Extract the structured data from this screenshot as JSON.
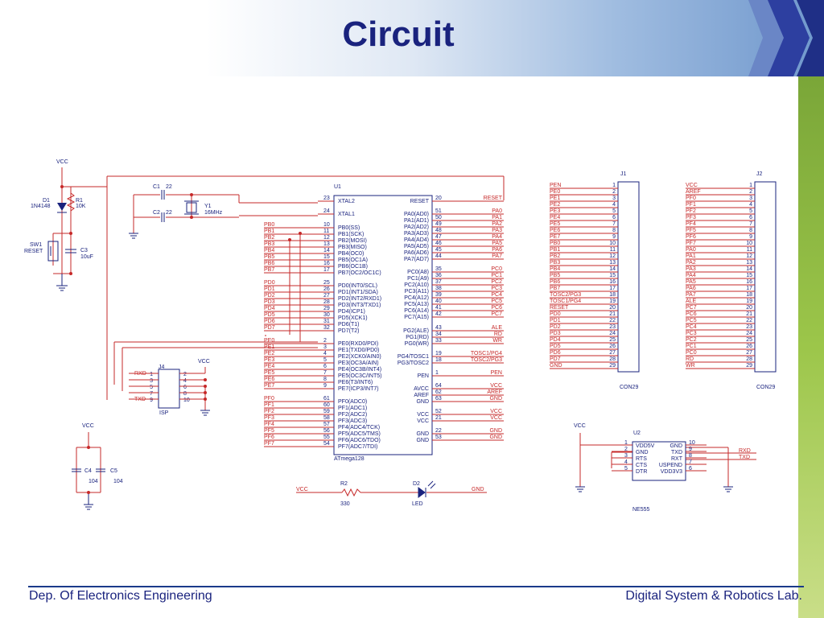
{
  "title": "Circuit",
  "footer": {
    "left": "Dep. Of Electronics Engineering",
    "right": "Digital System & Robotics Lab."
  },
  "colors": {
    "title": "#1a237e",
    "wire_red": "#c62828",
    "text_blue": "#1a237e",
    "sidebar_green": "#9cc64a",
    "chevron_blue": "#2d3fa0"
  },
  "reset_block": {
    "vcc": "VCC",
    "d1": "D1",
    "d1_part": "1N4148",
    "r1": "R1",
    "r1_val": "10K",
    "sw1": "SW1",
    "sw1_name": "RESET",
    "c3": "C3",
    "c3_val": "10uF"
  },
  "osc_block": {
    "c1": "C1",
    "c1_val": "22",
    "c2": "C2",
    "c2_val": "22",
    "y1": "Y1",
    "y1_val": "16MHz"
  },
  "mcu": {
    "ref": "U1",
    "part": "ATmega128",
    "left_pins": [
      {
        "n": "23",
        "name": "XTAL2"
      },
      {
        "n": "24",
        "name": "XTAL1"
      },
      {
        "n": "10",
        "name": "PB0(SS)",
        "net": "PB0"
      },
      {
        "n": "11",
        "name": "PB1(SCK)",
        "net": "PB1"
      },
      {
        "n": "12",
        "name": "PB2(MOSI)",
        "net": "PB2"
      },
      {
        "n": "13",
        "name": "PB3(MISO)",
        "net": "PB3"
      },
      {
        "n": "14",
        "name": "PB4(OC0)",
        "net": "PB4"
      },
      {
        "n": "15",
        "name": "PB5(OC1A)",
        "net": "PB5"
      },
      {
        "n": "16",
        "name": "PB6(OC1B)",
        "net": "PB6"
      },
      {
        "n": "17",
        "name": "PB7(OC2/OC1C)",
        "net": "PB7"
      },
      {
        "n": "25",
        "name": "PD0(INT0/SCL)",
        "net": "PD0"
      },
      {
        "n": "26",
        "name": "PD1(INT1/SDA)",
        "net": "PD1"
      },
      {
        "n": "27",
        "name": "PD2(INT2/RXD1)",
        "net": "PD2"
      },
      {
        "n": "28",
        "name": "PD3(INT3/TXD1)",
        "net": "PD3"
      },
      {
        "n": "29",
        "name": "PD4(ICP1)",
        "net": "PD4"
      },
      {
        "n": "30",
        "name": "PD5(XCK1)",
        "net": "PD5"
      },
      {
        "n": "31",
        "name": "PD6(T1)",
        "net": "PD6"
      },
      {
        "n": "32",
        "name": "PD7(T2)",
        "net": "PD7"
      },
      {
        "n": "2",
        "name": "PE0(RXD0/PDI)",
        "net": "PE0"
      },
      {
        "n": "3",
        "name": "PE1(TXD0/PD0)",
        "net": "PE1"
      },
      {
        "n": "4",
        "name": "PE2(XCK0/AIN0)",
        "net": "PE2"
      },
      {
        "n": "5",
        "name": "PE3(OC3A/AIN)",
        "net": "PE3"
      },
      {
        "n": "6",
        "name": "PE4(OC3B/INT4)",
        "net": "PE4"
      },
      {
        "n": "7",
        "name": "PE5(OC3C/INT5)",
        "net": "PE5"
      },
      {
        "n": "8",
        "name": "PE6(T3/INT6)",
        "net": "PE6"
      },
      {
        "n": "9",
        "name": "PE7(ICP3/INT7)",
        "net": "PE7"
      },
      {
        "n": "61",
        "name": "PF0(ADC0)",
        "net": "PF0"
      },
      {
        "n": "60",
        "name": "PF1(ADC1)",
        "net": "PF1"
      },
      {
        "n": "59",
        "name": "PF2(ADC2)",
        "net": "PF2"
      },
      {
        "n": "58",
        "name": "PF3(ADC3)",
        "net": "PF3"
      },
      {
        "n": "57",
        "name": "PF4(ADC4/TCK)",
        "net": "PF4"
      },
      {
        "n": "56",
        "name": "PF5(ADC5/TMS)",
        "net": "PF5"
      },
      {
        "n": "55",
        "name": "PF6(ADC6/TDO)",
        "net": "PF6"
      },
      {
        "n": "54",
        "name": "PF7(ADC7/TDI)",
        "net": "PF7"
      }
    ],
    "right_pins": [
      {
        "n": "20",
        "name": "RESET",
        "net": "RESET"
      },
      {
        "n": "51",
        "name": "PA0(AD0)",
        "net": "PA0"
      },
      {
        "n": "50",
        "name": "PA1(AD1)",
        "net": "PA1"
      },
      {
        "n": "49",
        "name": "PA2(AD2)",
        "net": "PA2"
      },
      {
        "n": "48",
        "name": "PA3(AD3)",
        "net": "PA3"
      },
      {
        "n": "47",
        "name": "PA4(AD4)",
        "net": "PA4"
      },
      {
        "n": "46",
        "name": "PA5(AD5)",
        "net": "PA5"
      },
      {
        "n": "45",
        "name": "PA6(AD6)",
        "net": "PA6"
      },
      {
        "n": "44",
        "name": "PA7(AD7)",
        "net": "PA7"
      },
      {
        "n": "35",
        "name": "PC0(A8)",
        "net": "PC0"
      },
      {
        "n": "36",
        "name": "PC1(A9)",
        "net": "PC1"
      },
      {
        "n": "37",
        "name": "PC2(A10)",
        "net": "PC2"
      },
      {
        "n": "38",
        "name": "PC3(A11)",
        "net": "PC3"
      },
      {
        "n": "39",
        "name": "PC4(A12)",
        "net": "PC4"
      },
      {
        "n": "40",
        "name": "PC5(A13)",
        "net": "PC5"
      },
      {
        "n": "41",
        "name": "PC6(A14)",
        "net": "PC6"
      },
      {
        "n": "42",
        "name": "PC7(A15)",
        "net": "PC7"
      },
      {
        "n": "43",
        "name": "PG2(ALE)",
        "net": "ALE"
      },
      {
        "n": "34",
        "name": "PG1(RD)",
        "net": "RD"
      },
      {
        "n": "33",
        "name": "PG0(WR)",
        "net": "WR"
      },
      {
        "n": "19",
        "name": "PG4/TOSC1",
        "net": "TOSC1/PG4"
      },
      {
        "n": "18",
        "name": "PG3/TOSC2",
        "net": "TOSC2/PG3"
      },
      {
        "n": "1",
        "name": "PEN",
        "net": "PEN"
      },
      {
        "n": "64",
        "name": "AVCC",
        "net": "VCC"
      },
      {
        "n": "62",
        "name": "AREF",
        "net": "AREF"
      },
      {
        "n": "63",
        "name": "GND",
        "net": "GND"
      },
      {
        "n": "52",
        "name": "VCC",
        "net": "VCC"
      },
      {
        "n": "21",
        "name": "VCC",
        "net": "VCC"
      },
      {
        "n": "22",
        "name": "GND",
        "net": "GND"
      },
      {
        "n": "53",
        "name": "GND",
        "net": "GND"
      }
    ]
  },
  "isp": {
    "ref": "J4",
    "name": "ISP",
    "vcc": "VCC",
    "rxd": "RXD",
    "txd": "TXD",
    "left_nums": [
      "1",
      "3",
      "5",
      "7",
      "9"
    ],
    "right_nums": [
      "2",
      "4",
      "6",
      "8",
      "10"
    ]
  },
  "decoupling": {
    "vcc": "VCC",
    "c4": "C4",
    "c4_val": "104",
    "c5": "C5",
    "c5_val": "104"
  },
  "led_block": {
    "vcc": "VCC",
    "r2": "R2",
    "r2_val": "330",
    "d2": "D2",
    "d2_name": "LED",
    "gnd": "GND"
  },
  "j1": {
    "ref": "J1",
    "part": "CON29",
    "nets": [
      "PEN",
      "PE0",
      "PE1",
      "PE2",
      "PE3",
      "PE4",
      "PE5",
      "PE6",
      "PE7",
      "PB0",
      "PB1",
      "PB2",
      "PB3",
      "PB4",
      "PB5",
      "PB6",
      "PB7",
      "TOSC2/PG3",
      "TOSC1/PG4",
      "RESET",
      "PD0",
      "PD1",
      "PD2",
      "PD3",
      "PD4",
      "PD5",
      "PD6",
      "PD7",
      "GND"
    ]
  },
  "j2": {
    "ref": "J2",
    "part": "CON29",
    "nets": [
      "VCC",
      "AREF",
      "PF0",
      "PF1",
      "PF2",
      "PF3",
      "PF4",
      "PF5",
      "PF6",
      "PF7",
      "PA0",
      "PA1",
      "PA2",
      "PA3",
      "PA4",
      "PA5",
      "PA6",
      "PA7",
      "ALE",
      "PC7",
      "PC6",
      "PC5",
      "PC4",
      "PC3",
      "PC2",
      "PC1",
      "PC0",
      "RD",
      "WR"
    ]
  },
  "u2": {
    "ref": "U2",
    "part": "NE555",
    "vcc": "VCC",
    "rxd": "RXD",
    "txd": "TXD",
    "left_pins": [
      {
        "n": "1",
        "name": "VDD5V"
      },
      {
        "n": "2",
        "name": "GND"
      },
      {
        "n": "3",
        "name": "RTS"
      },
      {
        "n": "4",
        "name": "CTS"
      },
      {
        "n": "5",
        "name": "DTR"
      }
    ],
    "right_pins": [
      {
        "n": "10",
        "name": "GND"
      },
      {
        "n": "9",
        "name": "TXD"
      },
      {
        "n": "8",
        "name": "RXT"
      },
      {
        "n": "7",
        "name": "USPEND"
      },
      {
        "n": "6",
        "name": "VDD3V3"
      }
    ]
  }
}
